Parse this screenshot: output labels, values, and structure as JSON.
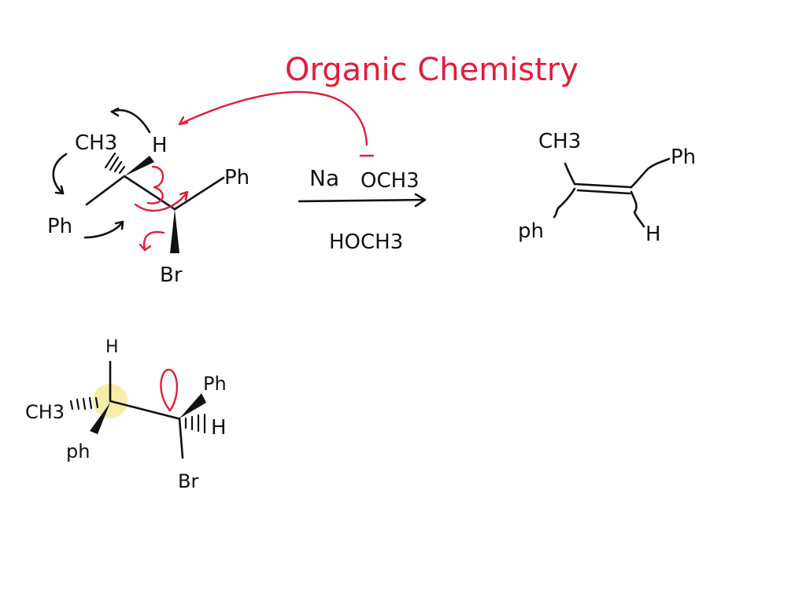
{
  "title": "Organic Chemistry",
  "reaction": {
    "reagent_top_na": "Na",
    "reagent_top_och3": "OCH3",
    "reagent_bottom": "HOCH3"
  },
  "reactant": {
    "ch3": "CH3",
    "h": "H",
    "ph_left": "Ph",
    "ph_right": "Ph",
    "br": "Br"
  },
  "product": {
    "ch3": "CH3",
    "ph_top": "Ph",
    "ph_bottom": "ph",
    "h": "H"
  },
  "newman": {
    "h_top": "H",
    "ch3": "CH3",
    "ph_left": "ph",
    "ph_right": "Ph",
    "h_right": "H",
    "br": "Br"
  },
  "colors": {
    "ink": "#111111",
    "annotation": "#e01e3c",
    "highlight": "#f4ea9a"
  }
}
